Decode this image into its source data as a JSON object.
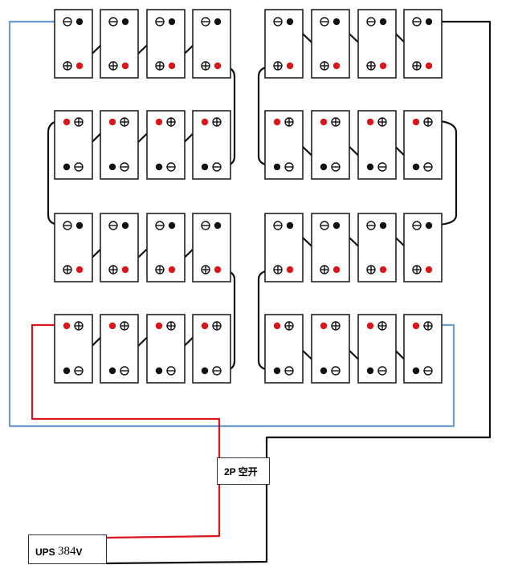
{
  "breaker": {
    "label": "2P 空开"
  },
  "ups": {
    "label": "UPS",
    "voltage": "384",
    "unit": "V"
  },
  "battery_bank": {
    "rows": 4,
    "columns": 8,
    "groups": 2
  },
  "colors": {
    "positive_wire": "#d9161c",
    "negative_wire": "#111111",
    "return_wire": "#6a9bd1",
    "positive_terminal": "#d9161c",
    "negative_terminal": "#111111"
  }
}
